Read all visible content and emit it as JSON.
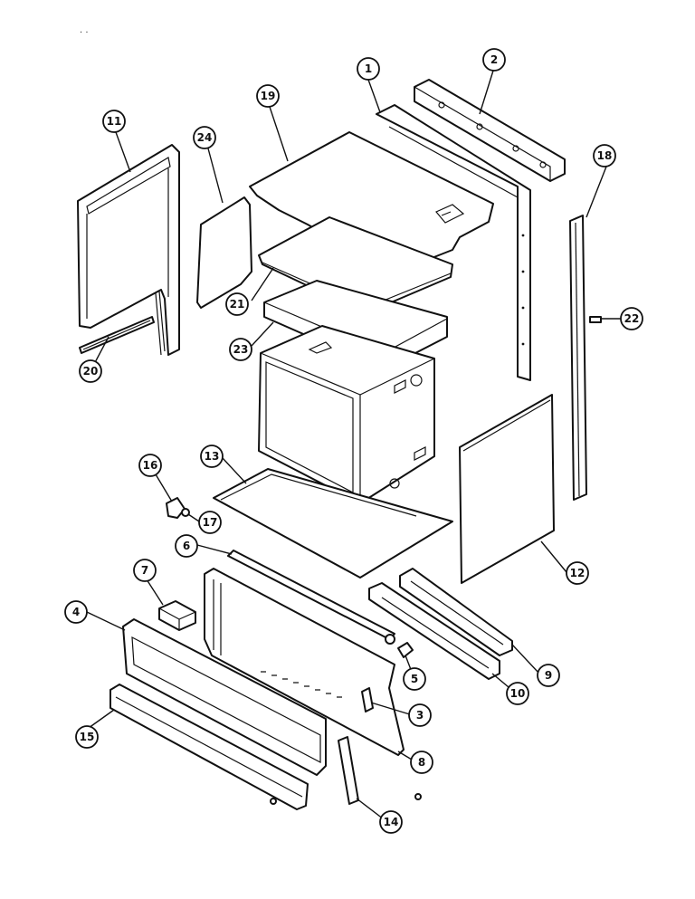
{
  "corner_mark": ". .",
  "callouts": [
    {
      "id": "c1",
      "label": "1"
    },
    {
      "id": "c2",
      "label": "2"
    },
    {
      "id": "c3",
      "label": "3"
    },
    {
      "id": "c4",
      "label": "4"
    },
    {
      "id": "c5",
      "label": "5"
    },
    {
      "id": "c6",
      "label": "6"
    },
    {
      "id": "c7",
      "label": "7"
    },
    {
      "id": "c8",
      "label": "8"
    },
    {
      "id": "c9",
      "label": "9"
    },
    {
      "id": "c10",
      "label": "10"
    },
    {
      "id": "c11",
      "label": "11"
    },
    {
      "id": "c12",
      "label": "12"
    },
    {
      "id": "c13",
      "label": "13"
    },
    {
      "id": "c14",
      "label": "14"
    },
    {
      "id": "c15",
      "label": "15"
    },
    {
      "id": "c16",
      "label": "16"
    },
    {
      "id": "c17",
      "label": "17"
    },
    {
      "id": "c18",
      "label": "18"
    },
    {
      "id": "c19",
      "label": "19"
    },
    {
      "id": "c20",
      "label": "20"
    },
    {
      "id": "c21",
      "label": "21"
    },
    {
      "id": "c22",
      "label": "22"
    },
    {
      "id": "c23",
      "label": "23"
    },
    {
      "id": "c24",
      "label": "24"
    }
  ]
}
